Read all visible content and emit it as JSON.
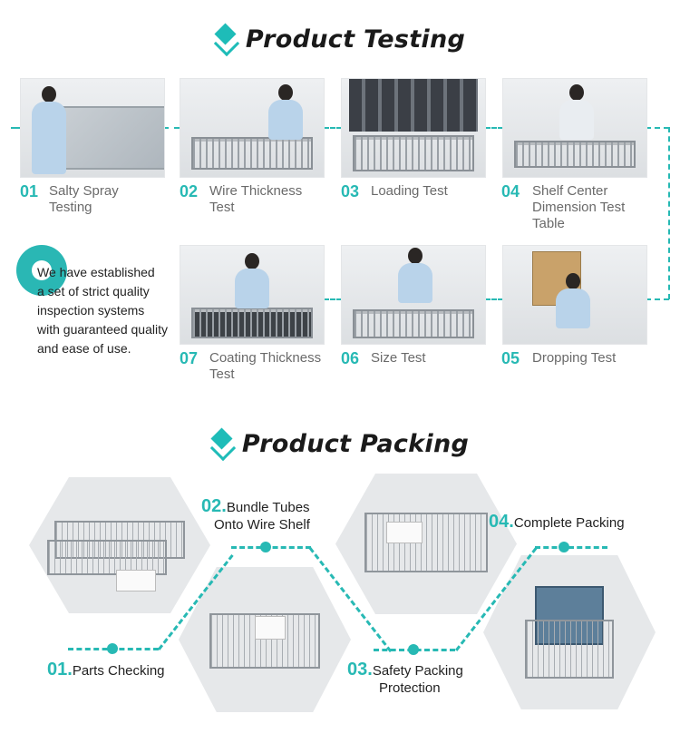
{
  "testing": {
    "title": "Product Testing",
    "steps": [
      {
        "num": "01",
        "line1": "Salty Spray",
        "line2": "Testing",
        "line3": ""
      },
      {
        "num": "02",
        "line1": "Wire Thickness",
        "line2": "Test",
        "line3": ""
      },
      {
        "num": "03",
        "line1": "Loading Test",
        "line2": "",
        "line3": ""
      },
      {
        "num": "04",
        "line1": "Shelf Center",
        "line2": "Dimension Test",
        "line3": "Table"
      },
      {
        "num": "05",
        "line1": "Dropping Test",
        "line2": "",
        "line3": ""
      },
      {
        "num": "06",
        "line1": "Size Test",
        "line2": "",
        "line3": ""
      },
      {
        "num": "07",
        "line1": "Coating Thickness",
        "line2": "Test",
        "line3": ""
      }
    ],
    "intro": {
      "l1": "We have established",
      "l2": "a set of strict quality",
      "l3": "inspection systems",
      "l4": "with guaranteed quality",
      "l5": "and ease of use."
    }
  },
  "packing": {
    "title": "Product Packing",
    "steps": [
      {
        "num": "01.",
        "line1": "Parts Checking",
        "line2": ""
      },
      {
        "num": "02.",
        "line1": "Bundle Tubes",
        "line2": "Onto Wire Shelf"
      },
      {
        "num": "03.",
        "line1": "Safety Packing",
        "line2": "Protection"
      },
      {
        "num": "04.",
        "line1": "Complete Packing",
        "line2": ""
      }
    ]
  },
  "colors": {
    "accent": "#27b9b4",
    "title": "#1a1a1a",
    "label": "#6a6a6a"
  },
  "icons": [
    "diamond-icon"
  ]
}
